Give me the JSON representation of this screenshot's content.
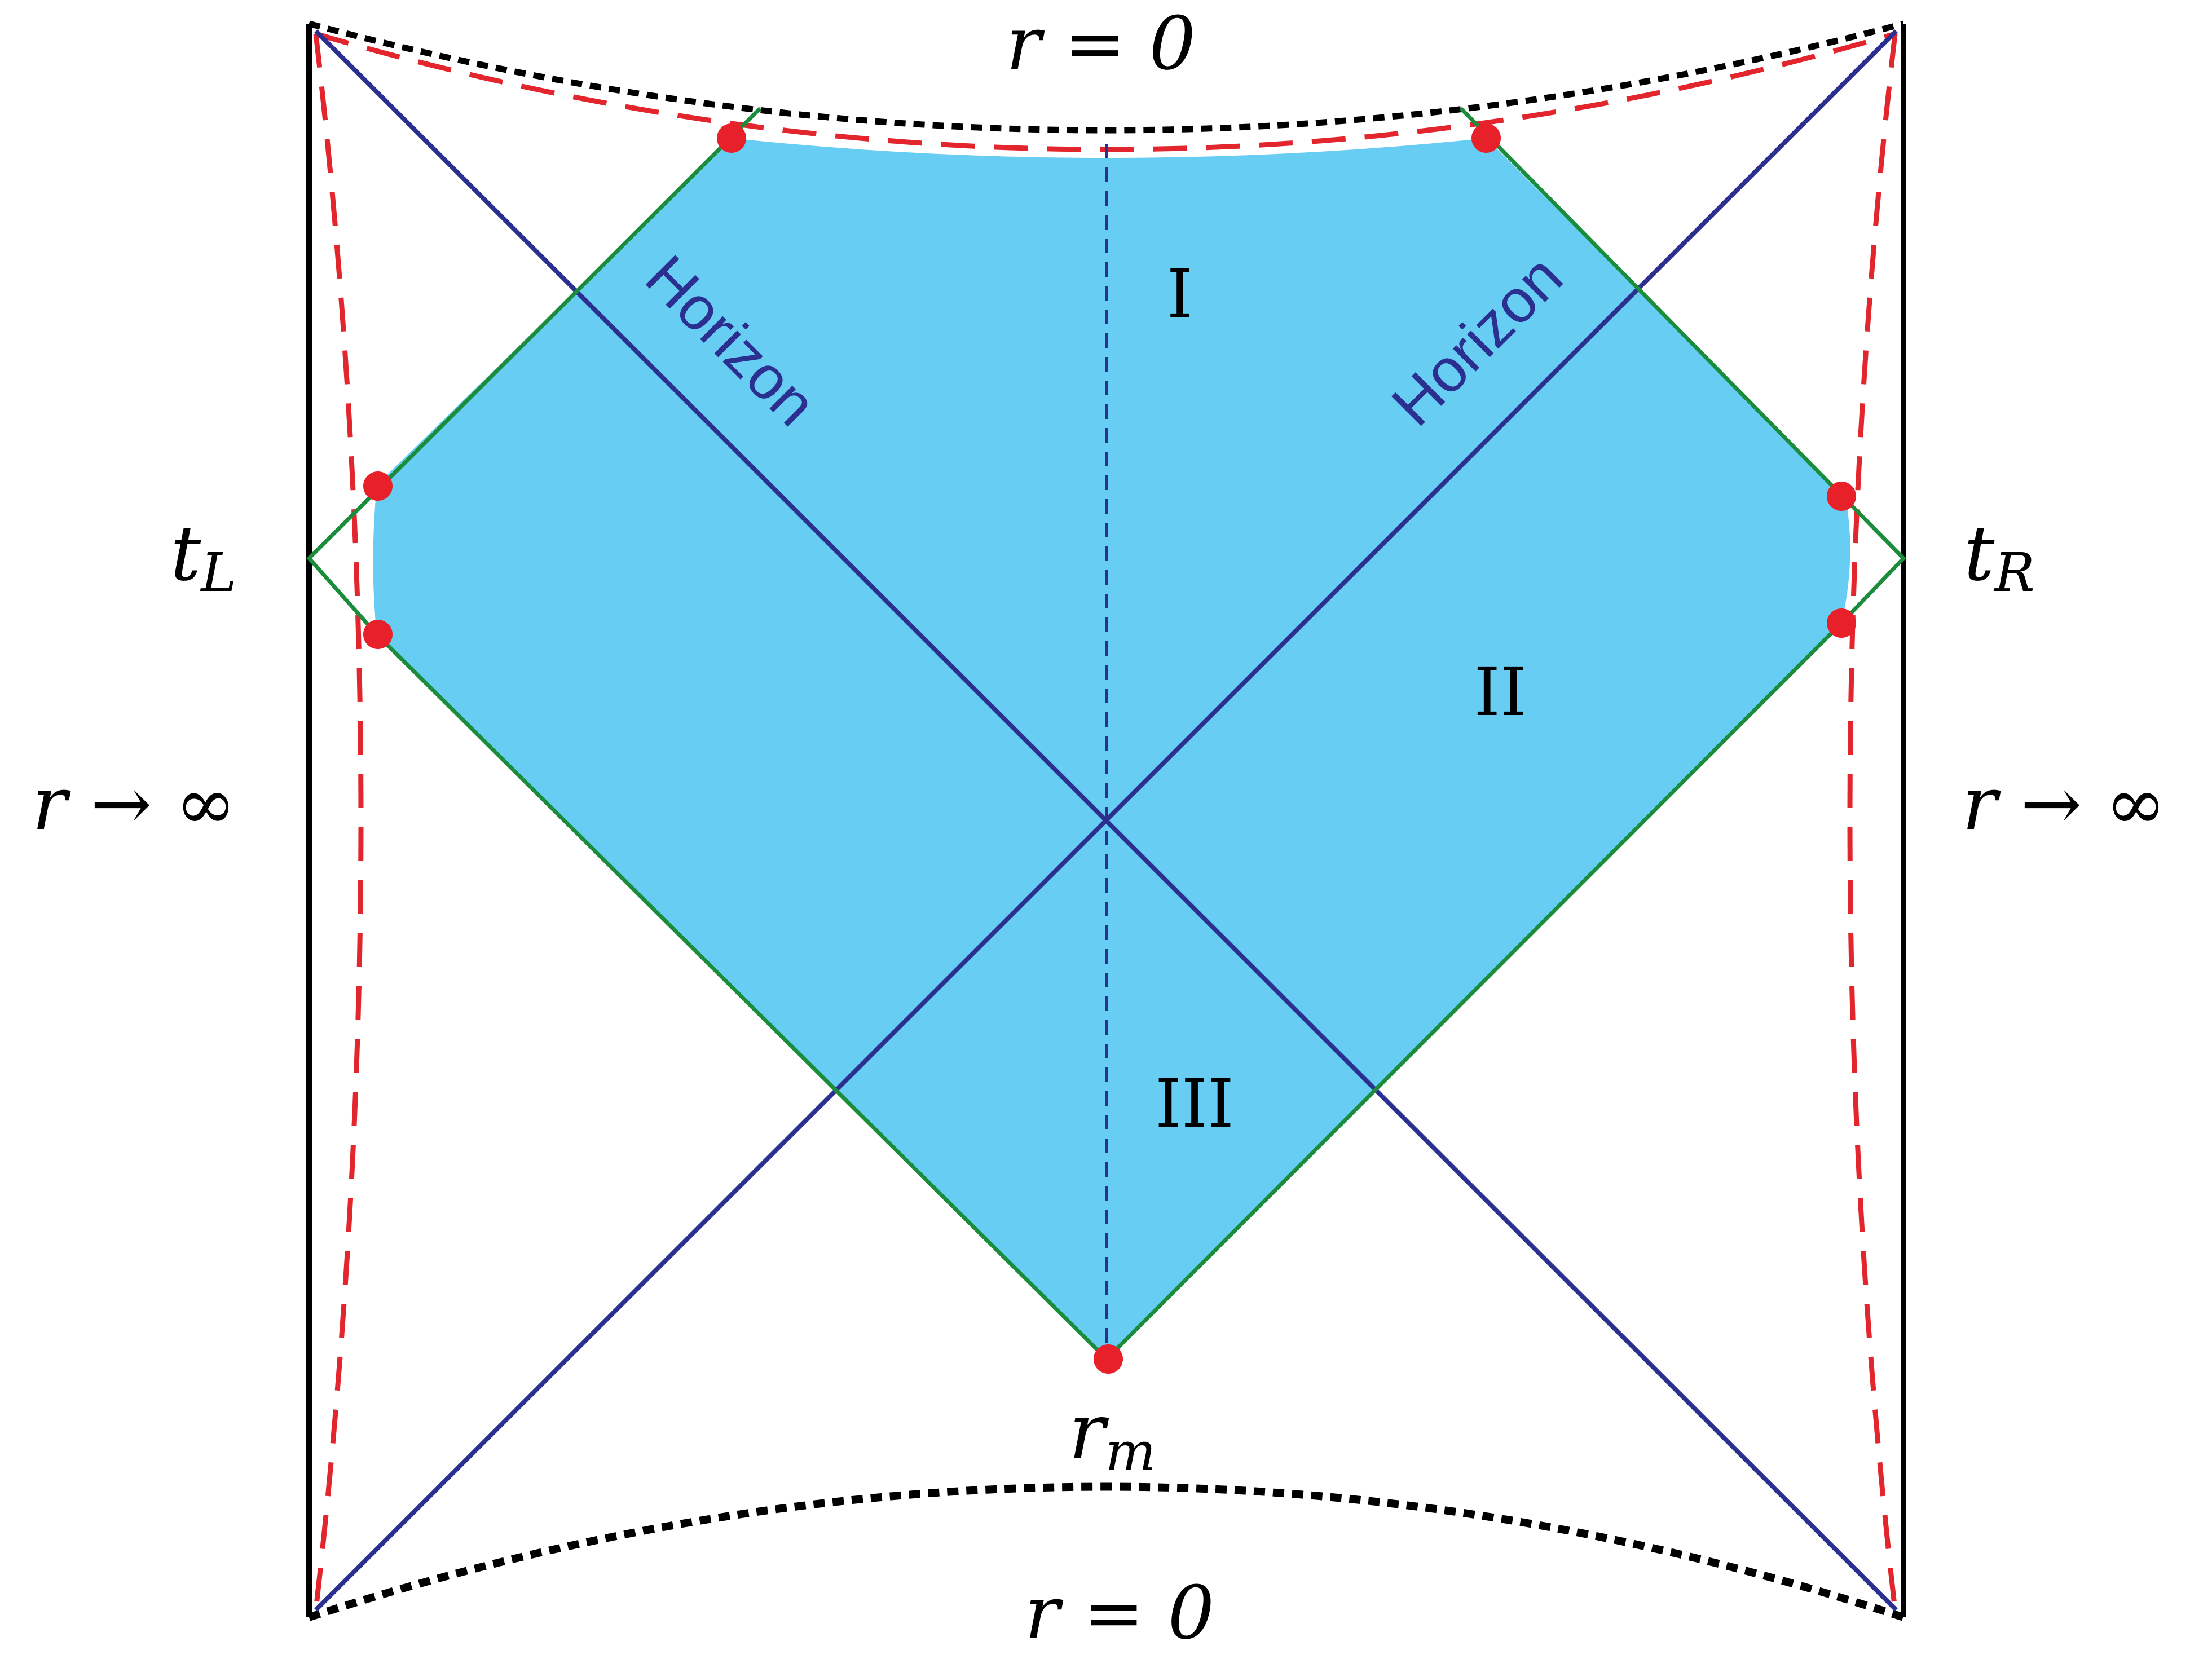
{
  "labels": {
    "top_singularity": "r = 0",
    "bottom_singularity": "r = 0",
    "left_boundary": "r → ∞",
    "right_boundary": "r → ∞",
    "left_time_var": "t",
    "left_time_sub": "L",
    "right_time_var": "t",
    "right_time_sub": "R",
    "min_radius_var": "r",
    "min_radius_sub": "m",
    "horizon_left": "Horizon",
    "horizon_right": "Horizon",
    "region_1": "I",
    "region_2": "II",
    "region_3": "III"
  },
  "colors": {
    "wdw_fill": "#67cdf3",
    "horizon": "#2b2f8f",
    "light_cone": "#1a8c3c",
    "cutoff_dashed": "#e3262e",
    "marker": "#e8202a",
    "boundary": "#000000"
  }
}
